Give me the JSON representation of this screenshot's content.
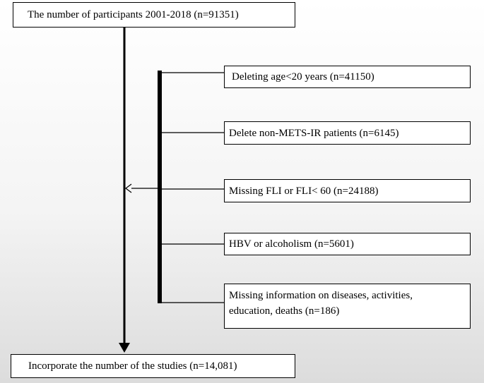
{
  "flowchart": {
    "start": {
      "text": "The number of participants 2001-2018 (n=91351)"
    },
    "exclusions": [
      {
        "lines": [
          "Deleting age<20 years (n=41150)"
        ]
      },
      {
        "lines": [
          "Delete non-METS-IR patients (n=6145)"
        ]
      },
      {
        "lines": [
          "Missing FLI or FLI< 60 (n=24188)"
        ]
      },
      {
        "lines": [
          "HBV or alcoholism (n=5601)"
        ]
      },
      {
        "lines": [
          "Missing information on diseases, activities,",
          "education, deaths (n=186)"
        ]
      }
    ],
    "end": {
      "text": "Incorporate the number of the studies (n=14,081)"
    }
  }
}
